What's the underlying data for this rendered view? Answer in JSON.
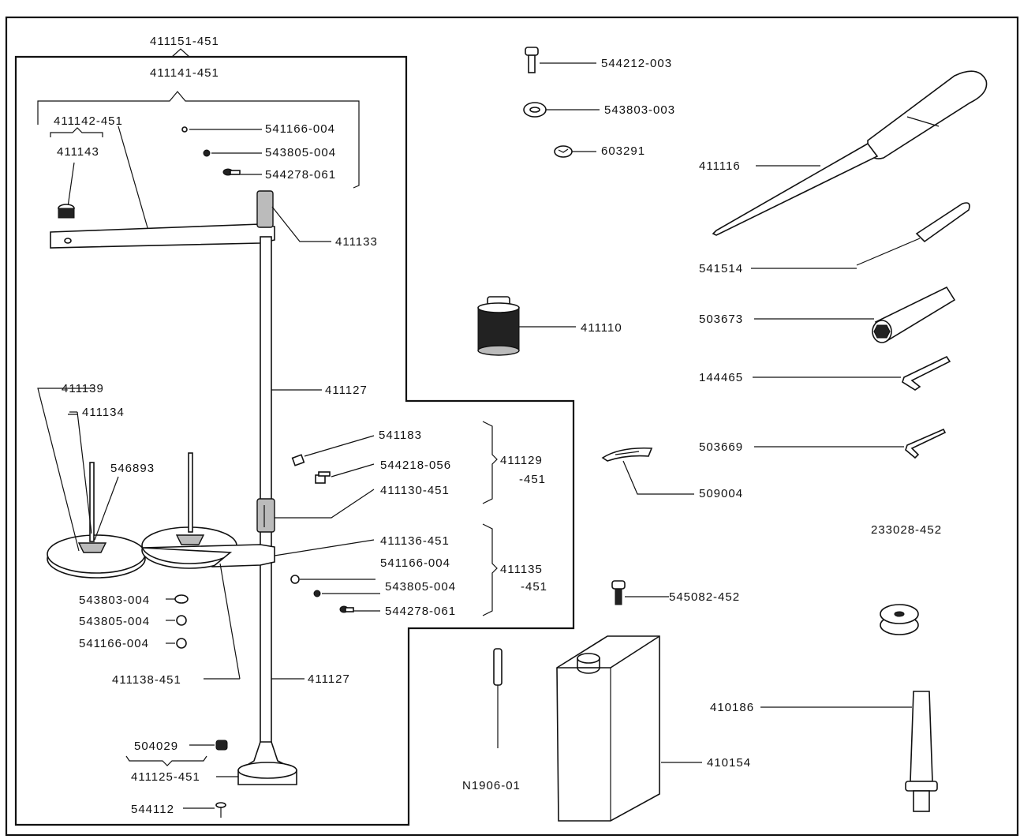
{
  "labels": {
    "set_411151": "411151-451",
    "set_411141": "411141-451",
    "p411142": "411142-451",
    "p411143": "411143",
    "p541166_top": "541166-004",
    "p543805_top": "543805-004",
    "p544278_top": "544278-061",
    "p411133": "411133",
    "p411139": "411139",
    "p411134": "411134",
    "p546893": "546893",
    "p411127_upper": "411127",
    "p541183": "541183",
    "p544218": "544218-056",
    "p411129": "411129",
    "p411129_suffix": "-451",
    "p411130": "411130-451",
    "p411136": "411136-451",
    "p541166_mid": "541166-004",
    "p543805_mid": "543805-004",
    "p544278_mid": "544278-061",
    "p411135": "411135",
    "p411135_suffix": "-451",
    "p543803_left": "543803-004",
    "p543805_left": "543805-004",
    "p541166_left": "541166-004",
    "p411138": "411138-451",
    "p411127_lower": "411127",
    "p504029": "504029",
    "p411125": "411125-451",
    "p544112": "544112",
    "p544212": "544212-003",
    "p543803_right": "543803-003",
    "p603291": "603291",
    "p411116": "411116",
    "p541514": "541514",
    "p411110": "411110",
    "p503673": "503673",
    "p144465": "144465",
    "p503669": "503669",
    "p509004": "509004",
    "p233028": "233028-452",
    "p545082": "545082-452",
    "pN1906": "N1906-01",
    "p410186": "410186",
    "p410154": "410154"
  }
}
